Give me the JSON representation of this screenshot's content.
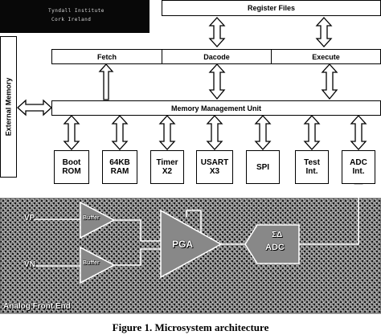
{
  "logo": {
    "line1": "Tyndall Institute",
    "line2": "Cork Ireland"
  },
  "register_files": "Register Files",
  "pipeline": {
    "fetch": "Fetch",
    "decode": "Dacode",
    "execute": "Execute"
  },
  "external_memory": "External Memory",
  "mmu": "Memory Management Unit",
  "peripherals": [
    {
      "id": "boot",
      "label": "Boot\nROM"
    },
    {
      "id": "ram",
      "label": "64KB\nRAM"
    },
    {
      "id": "timer",
      "label": "Timer\nX2"
    },
    {
      "id": "usart",
      "label": "USART\nX3"
    },
    {
      "id": "spi",
      "label": "SPI"
    },
    {
      "id": "test",
      "label": "Test\nInt."
    },
    {
      "id": "adc",
      "label": "ADC\nInt."
    }
  ],
  "afe": {
    "vp": "VP",
    "vn": "VN",
    "buffer_top": "Buffer",
    "buffer_bottom": "Buffer",
    "pga": "PGA",
    "adc_line1": "ΣΔ",
    "adc_line2": "ADC",
    "label": "Analog Front End",
    "texture_colors": [
      "#1a1a1a",
      "#8a8a8a",
      "#d4d4d4"
    ]
  },
  "caption": "Figure 1. Microsystem architecture"
}
